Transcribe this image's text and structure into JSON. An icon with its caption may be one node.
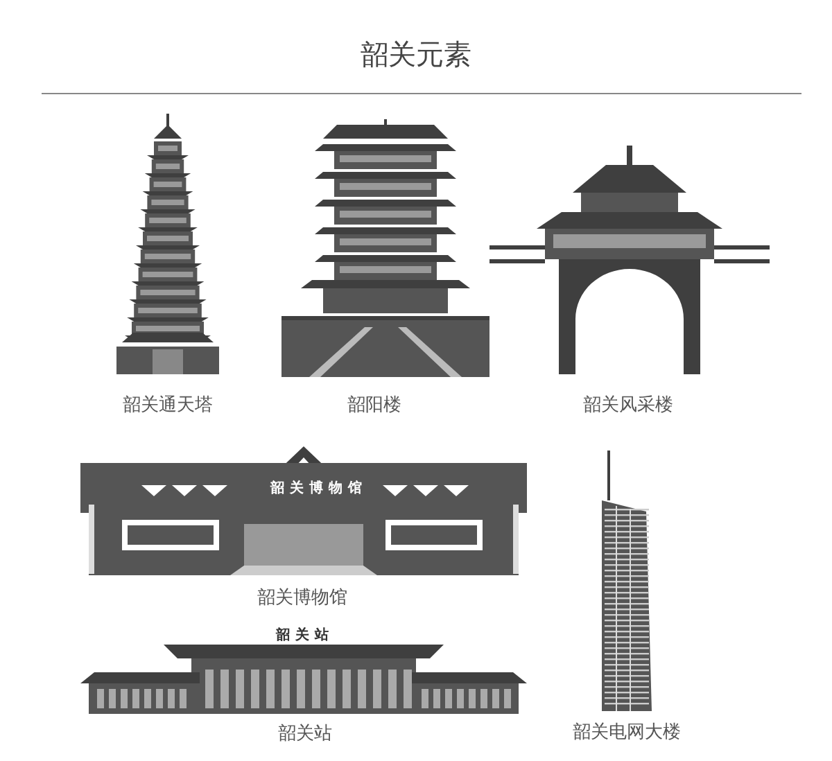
{
  "diagram": {
    "title": "韶关元素",
    "labels": [
      "韶关通天塔",
      "韶阳楼",
      "韶关风采楼",
      "韶关博物馆",
      "韶关博物馆",
      "韶关站",
      "韶关站",
      "韶关电网大楼"
    ]
  }
}
